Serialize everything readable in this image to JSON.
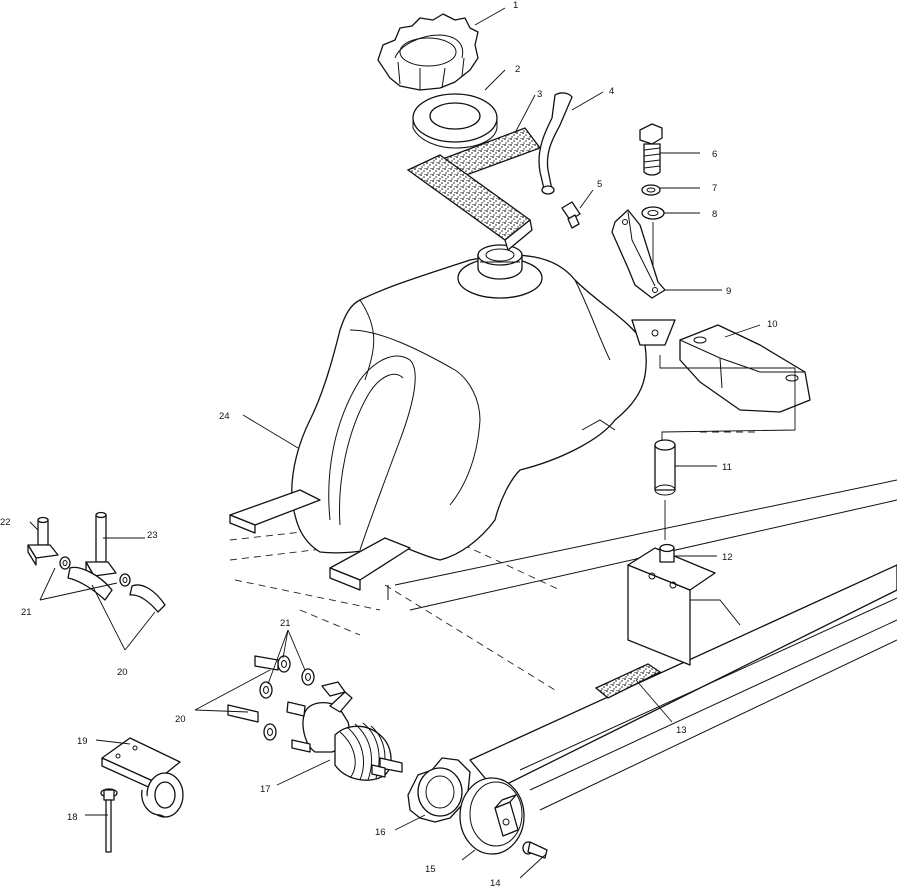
{
  "callouts": [
    {
      "id": "c1",
      "text": "1"
    },
    {
      "id": "c2",
      "text": "2"
    },
    {
      "id": "c3",
      "text": "3"
    },
    {
      "id": "c4",
      "text": "4"
    },
    {
      "id": "c5",
      "text": "5"
    },
    {
      "id": "c6",
      "text": "6"
    },
    {
      "id": "c7",
      "text": "7"
    },
    {
      "id": "c8",
      "text": "8"
    },
    {
      "id": "c9",
      "text": "9"
    },
    {
      "id": "c10",
      "text": "10"
    },
    {
      "id": "c11",
      "text": "11"
    },
    {
      "id": "c12",
      "text": "12"
    },
    {
      "id": "c13",
      "text": "13"
    },
    {
      "id": "c14",
      "text": "14"
    },
    {
      "id": "c15",
      "text": "15"
    },
    {
      "id": "c16",
      "text": "16"
    },
    {
      "id": "c17",
      "text": "17"
    },
    {
      "id": "c18",
      "text": "18"
    },
    {
      "id": "c19",
      "text": "19"
    },
    {
      "id": "c20a",
      "text": "20"
    },
    {
      "id": "c20b",
      "text": "20"
    },
    {
      "id": "c21a",
      "text": "21"
    },
    {
      "id": "c21b",
      "text": "21"
    },
    {
      "id": "c22",
      "text": "22"
    },
    {
      "id": "c23",
      "text": "23"
    },
    {
      "id": "c24",
      "text": "24"
    }
  ]
}
